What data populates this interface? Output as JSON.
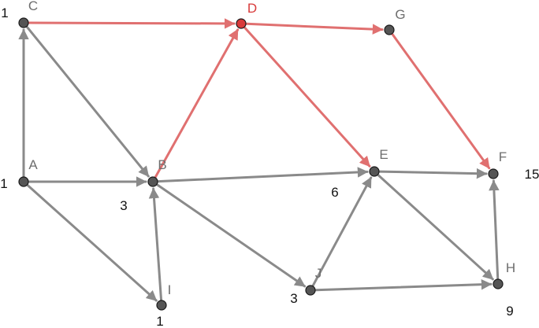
{
  "colors": {
    "edge_default": "#8a8a8a",
    "edge_highlight": "#e07070",
    "node_default": "#555555",
    "node_highlight": "#d83a3a",
    "label_default": "#6e6e6e",
    "label_highlight": "#d83a3a",
    "weight_text": "#111111"
  },
  "nodes": [
    {
      "id": "C",
      "label": "C",
      "weight": "1",
      "highlight": false
    },
    {
      "id": "D",
      "label": "D",
      "weight": "",
      "highlight": true
    },
    {
      "id": "G",
      "label": "G",
      "weight": "",
      "highlight": false
    },
    {
      "id": "A",
      "label": "A",
      "weight": "1",
      "highlight": false
    },
    {
      "id": "B",
      "label": "B",
      "weight": "3",
      "highlight": false
    },
    {
      "id": "E",
      "label": "E",
      "weight": "6",
      "highlight": false
    },
    {
      "id": "F",
      "label": "F",
      "weight": "15",
      "highlight": false
    },
    {
      "id": "I",
      "label": "I",
      "weight": "1",
      "highlight": false
    },
    {
      "id": "J",
      "label": "J",
      "weight": "3",
      "highlight": false
    },
    {
      "id": "H",
      "label": "H",
      "weight": "9",
      "highlight": false
    }
  ],
  "edges": [
    {
      "from": "A",
      "to": "C",
      "highlight": false
    },
    {
      "from": "A",
      "to": "B",
      "highlight": false
    },
    {
      "from": "A",
      "to": "I",
      "highlight": false
    },
    {
      "from": "C",
      "to": "B",
      "highlight": false
    },
    {
      "from": "I",
      "to": "B",
      "highlight": false
    },
    {
      "from": "B",
      "to": "E",
      "highlight": false
    },
    {
      "from": "B",
      "to": "J",
      "highlight": false
    },
    {
      "from": "J",
      "to": "E",
      "highlight": false
    },
    {
      "from": "J",
      "to": "H",
      "highlight": false
    },
    {
      "from": "E",
      "to": "F",
      "highlight": false
    },
    {
      "from": "E",
      "to": "H",
      "highlight": false
    },
    {
      "from": "H",
      "to": "F",
      "highlight": false
    },
    {
      "from": "C",
      "to": "D",
      "highlight": true
    },
    {
      "from": "B",
      "to": "D",
      "highlight": true
    },
    {
      "from": "D",
      "to": "G",
      "highlight": true
    },
    {
      "from": "D",
      "to": "E",
      "highlight": true
    },
    {
      "from": "G",
      "to": "F",
      "highlight": true
    }
  ]
}
